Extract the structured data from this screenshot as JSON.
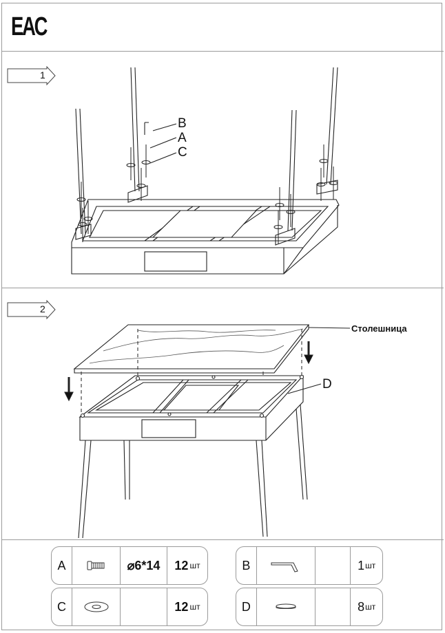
{
  "header": {
    "logo_text": "EAC"
  },
  "steps": [
    {
      "number": "1"
    },
    {
      "number": "2"
    }
  ],
  "callouts": {
    "b": "B",
    "a": "A",
    "c": "C",
    "d": "D"
  },
  "tabletop_label": "Столешница",
  "parts": [
    {
      "letter": "A",
      "icon": "bolt-icon",
      "spec": "⌀6*14",
      "qty": "12",
      "unit": "шт"
    },
    {
      "letter": "B",
      "icon": "allen-key-icon",
      "spec": "",
      "qty": "1",
      "unit": "шт"
    },
    {
      "letter": "C",
      "icon": "washer-icon",
      "spec": "",
      "qty": "12",
      "unit": "шт"
    },
    {
      "letter": "D",
      "icon": "pad-icon",
      "spec": "",
      "qty": "8",
      "unit": "шт"
    }
  ]
}
